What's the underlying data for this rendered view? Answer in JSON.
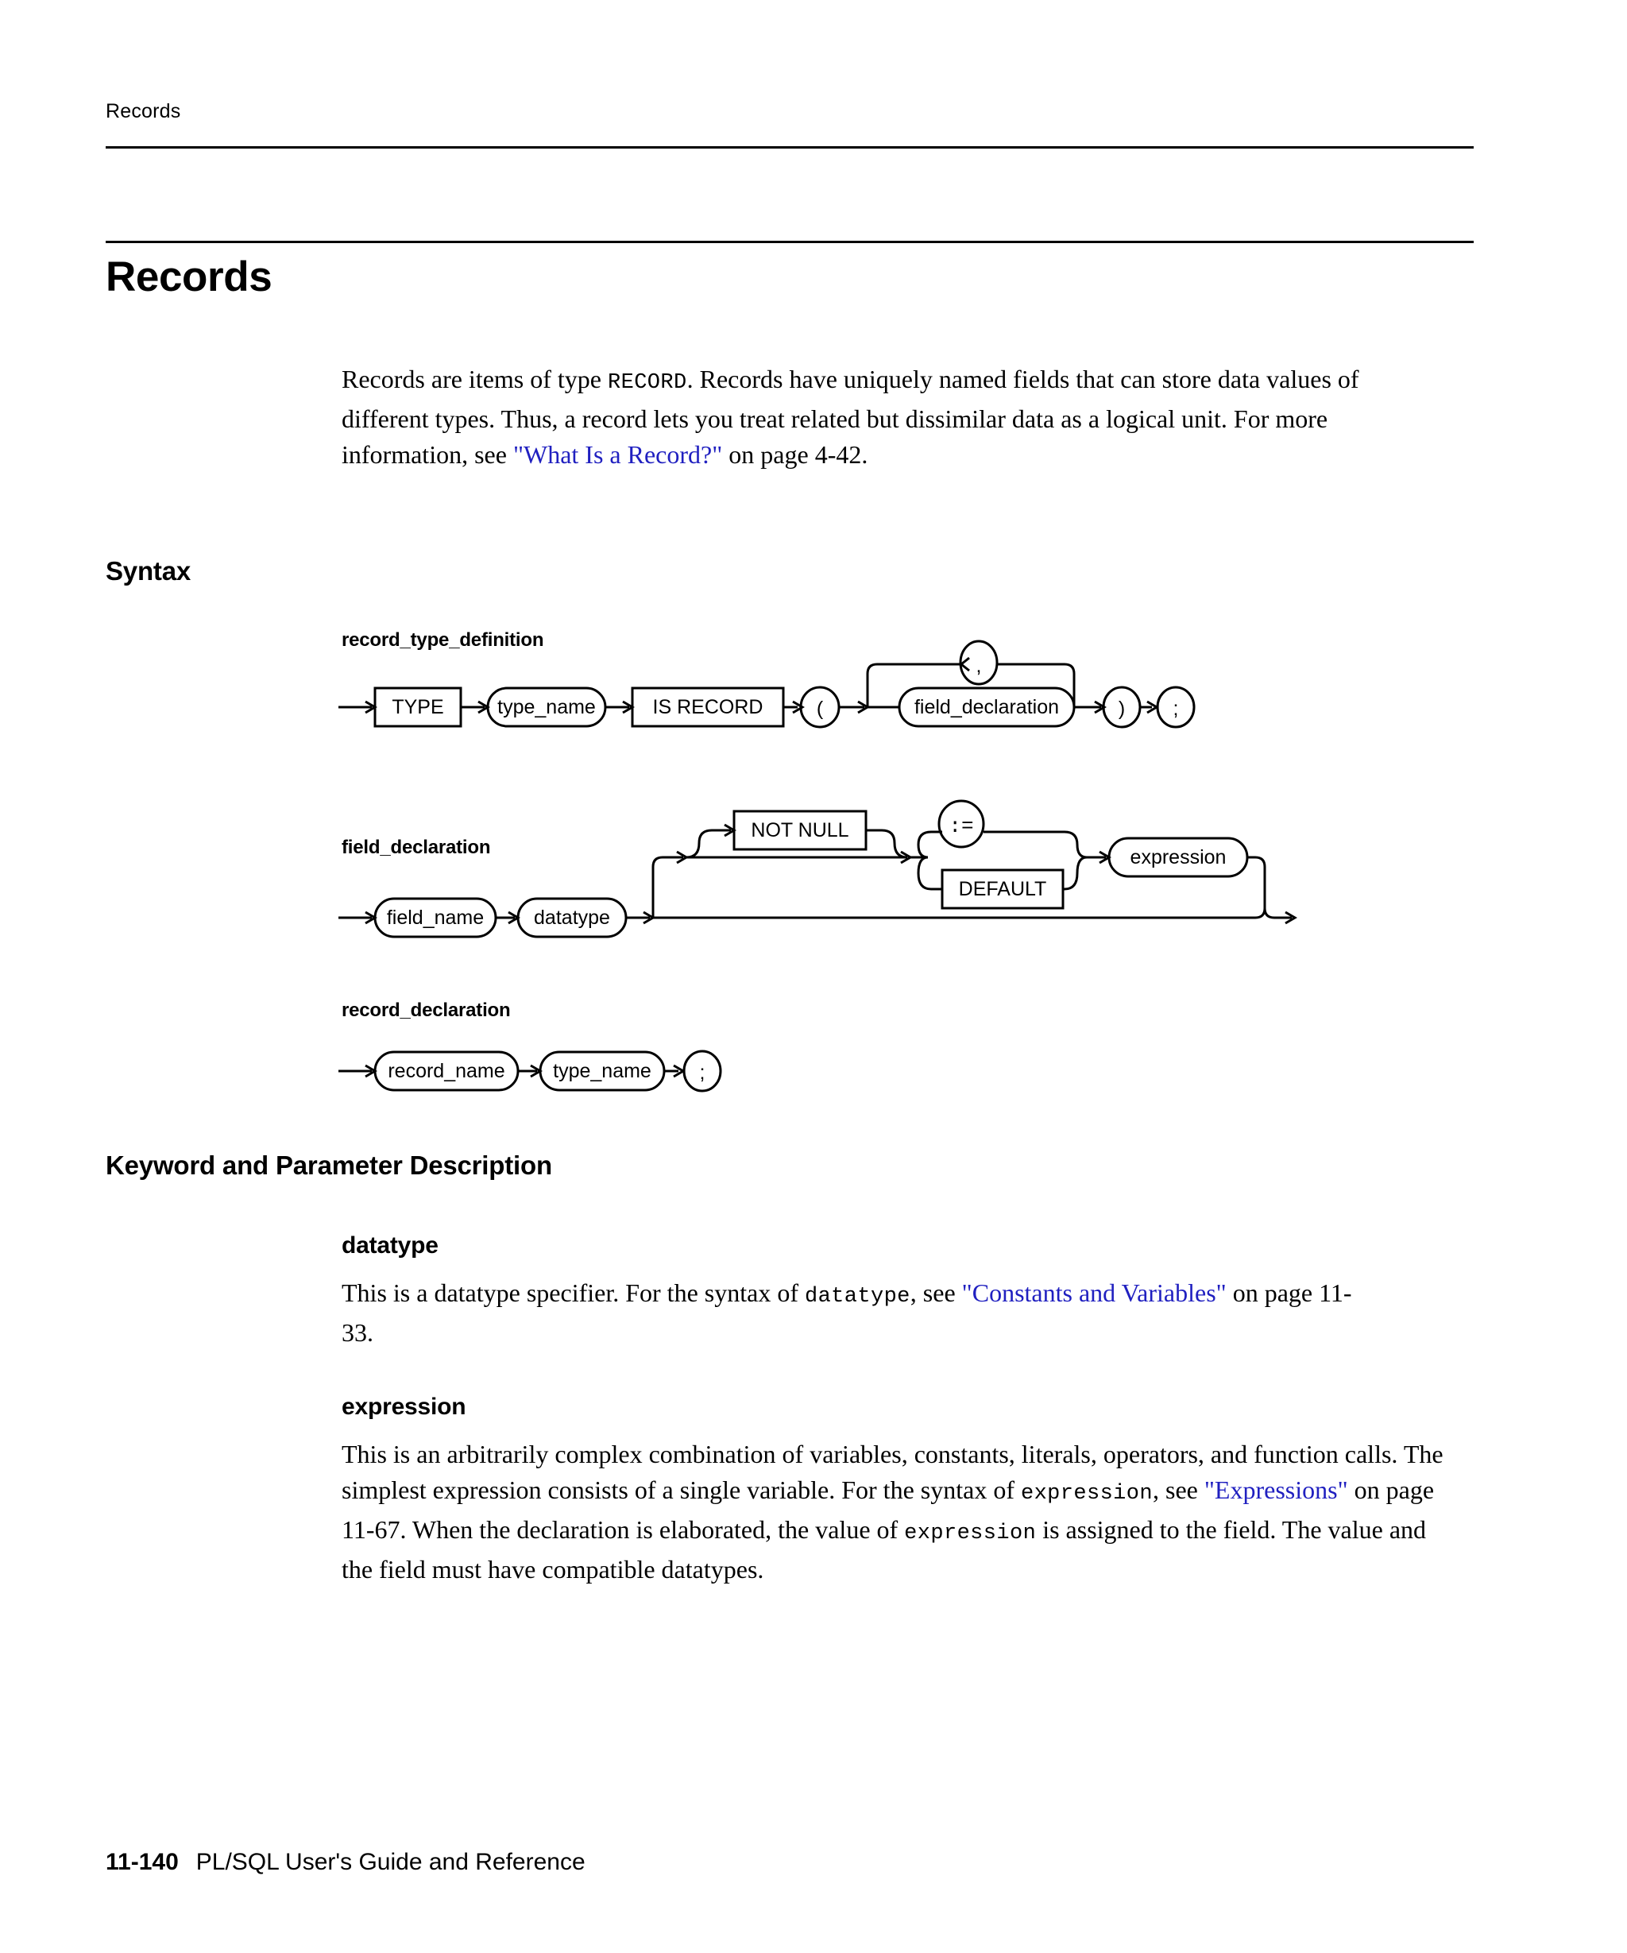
{
  "running_head": "Records",
  "title": "Records",
  "intro": {
    "part1": "Records are items of type ",
    "code1": "RECORD",
    "part2": ". Records have uniquely named fields that can store data values of different types. Thus, a record lets you treat related but dissimilar data as a logical unit. For more information, see ",
    "link": "\"What Is a Record?\"",
    "part3": " on page 4-42."
  },
  "sections": {
    "syntax": "Syntax",
    "keyword": "Keyword and Parameter Description"
  },
  "diagrams": [
    {
      "label": "record_type_definition",
      "nodes": [
        "TYPE",
        "type_name",
        "IS  RECORD",
        "(",
        "field_declaration",
        ",",
        ")",
        ";"
      ]
    },
    {
      "label": "field_declaration",
      "nodes": [
        "field_name",
        "datatype",
        "NOT  NULL",
        ":=",
        "DEFAULT",
        "expression"
      ]
    },
    {
      "label": "record_declaration",
      "nodes": [
        "record_name",
        "type_name",
        ";"
      ]
    }
  ],
  "params": [
    {
      "term": "datatype",
      "part1": "This is a datatype specifier. For the syntax of ",
      "code1": "datatype",
      "part2": ", see ",
      "link": "\"Constants and Variables\"",
      "part3": " on page 11-33."
    },
    {
      "term": "expression",
      "part1": "This is an arbitrarily complex combination of variables, constants, literals, operators, and function calls. The simplest expression consists of a single variable. For the syntax of ",
      "code1": "expression",
      "part2": ", see ",
      "link": "\"Expressions\"",
      "part3": " on page 11-67. When the declaration is elaborated, the value of ",
      "code2": "expression",
      "part4": " is assigned to the field. The value and the field must have compatible datatypes."
    }
  ],
  "footer": {
    "page_number": "11-140",
    "book_title": "PL/SQL User's Guide and Reference"
  },
  "colors": {
    "link": "#2020c0",
    "text": "#000000",
    "rule": "#000000"
  }
}
